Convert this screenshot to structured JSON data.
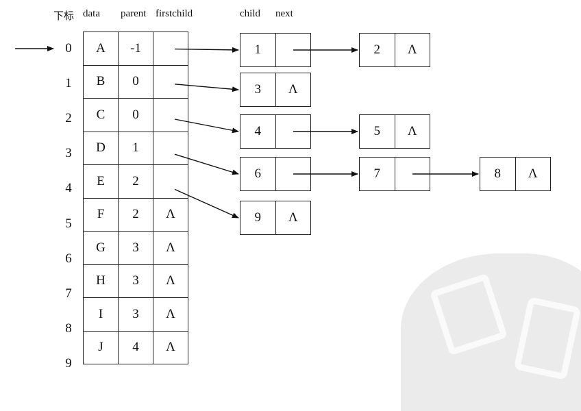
{
  "headers": {
    "index": "下标",
    "data": "data",
    "parent": "parent",
    "firstchild": "firstchild",
    "child": "child",
    "next": "next"
  },
  "entry_marker": "→",
  "null_symbol": "Λ",
  "rows": [
    {
      "index": "0",
      "data": "A",
      "parent": "-1",
      "firstchild": ""
    },
    {
      "index": "1",
      "data": "B",
      "parent": "0",
      "firstchild": ""
    },
    {
      "index": "2",
      "data": "C",
      "parent": "0",
      "firstchild": ""
    },
    {
      "index": "3",
      "data": "D",
      "parent": "1",
      "firstchild": ""
    },
    {
      "index": "4",
      "data": "E",
      "parent": "2",
      "firstchild": ""
    },
    {
      "index": "5",
      "data": "F",
      "parent": "2",
      "firstchild": "Λ"
    },
    {
      "index": "6",
      "data": "G",
      "parent": "3",
      "firstchild": "Λ"
    },
    {
      "index": "7",
      "data": "H",
      "parent": "3",
      "firstchild": "Λ"
    },
    {
      "index": "8",
      "data": "I",
      "parent": "3",
      "firstchild": "Λ"
    },
    {
      "index": "9",
      "data": "J",
      "parent": "4",
      "firstchild": "Λ"
    }
  ],
  "child_lists": [
    {
      "from_row": "0",
      "nodes": [
        {
          "child": "1",
          "next": ""
        },
        {
          "child": "2",
          "next": "Λ"
        }
      ]
    },
    {
      "from_row": "1",
      "nodes": [
        {
          "child": "3",
          "next": "Λ"
        }
      ]
    },
    {
      "from_row": "2",
      "nodes": [
        {
          "child": "4",
          "next": ""
        },
        {
          "child": "5",
          "next": "Λ"
        }
      ]
    },
    {
      "from_row": "3",
      "nodes": [
        {
          "child": "6",
          "next": ""
        },
        {
          "child": "7",
          "next": ""
        },
        {
          "child": "8",
          "next": "Λ"
        }
      ]
    },
    {
      "from_row": "4",
      "nodes": [
        {
          "child": "9",
          "next": "Λ"
        }
      ]
    }
  ]
}
